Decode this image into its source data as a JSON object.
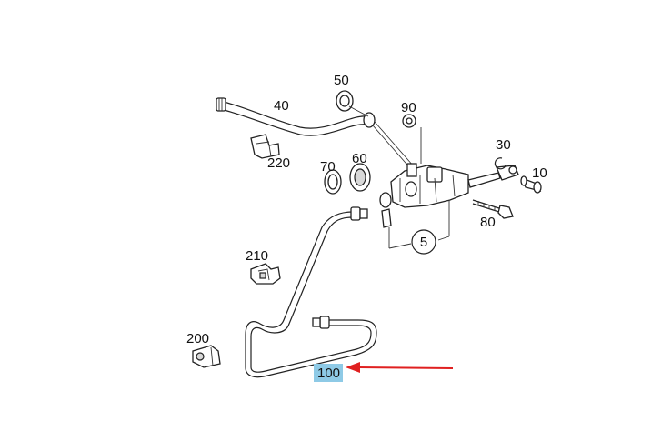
{
  "labels": {
    "p5": "5",
    "p10": "10",
    "p30": "30",
    "p40": "40",
    "p50": "50",
    "p60": "60",
    "p70": "70",
    "p80": "80",
    "p90": "90",
    "p100": "100",
    "p200": "200",
    "p210": "210",
    "p220": "220"
  },
  "colors": {
    "highlight": "#8ecae6",
    "arrow": "#e02020",
    "lines": "#222222"
  },
  "highlighted_part": "100"
}
